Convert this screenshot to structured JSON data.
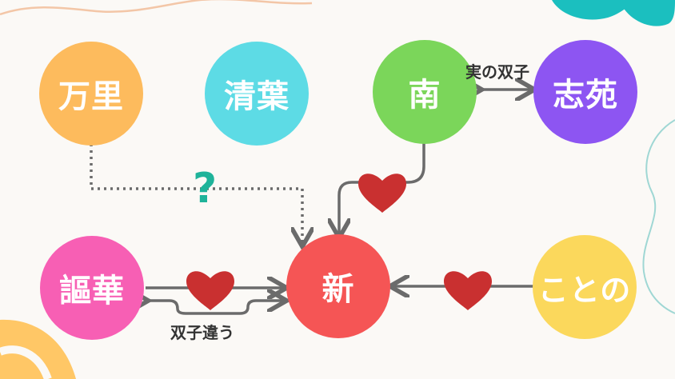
{
  "nodes": {
    "banri": {
      "label": "万里",
      "color": "#fdbb5d"
    },
    "seiyou": {
      "label": "清葉",
      "color": "#5ddbe5"
    },
    "minami": {
      "label": "南",
      "color": "#7bd65a"
    },
    "shion": {
      "label": "志苑",
      "color": "#8d55f2"
    },
    "ouka": {
      "label": "謳華",
      "color": "#f75fb4"
    },
    "arata": {
      "label": "新",
      "color": "#f55555"
    },
    "kotono": {
      "label": "ことの",
      "color": "#fbd85c"
    }
  },
  "labels": {
    "real_twins": "実の双子",
    "not_twins": "双子違う",
    "unknown": "?"
  },
  "colors": {
    "arrow": "#6b6b6b",
    "heart": "#c93030",
    "question": "#1fb39a",
    "teal_deco": "#1bbfbf",
    "peach_deco": "#f3c6a7",
    "orange_deco": "#ffc766"
  },
  "icons": [
    "heart-icon",
    "question-mark-icon"
  ]
}
